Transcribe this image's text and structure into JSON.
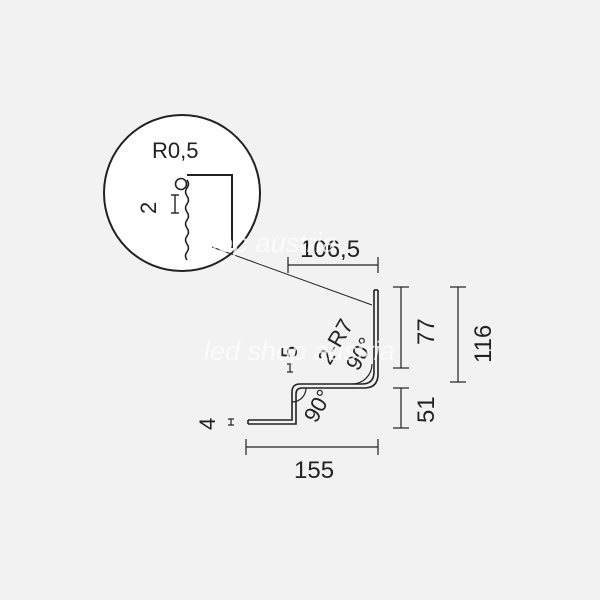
{
  "colors": {
    "background": "#f2f2f2",
    "stroke": "#222222",
    "watermark": "#ffffff"
  },
  "watermark": "led shop austria",
  "detail": {
    "radius_label": "R0,5",
    "thickness_label": "2"
  },
  "dimensions": {
    "top_width": "106,5",
    "bottom_width": "155",
    "upper_height": "77",
    "lower_height": "51",
    "total_height": "116",
    "step_5": "5",
    "step_4": "4",
    "bend_radius": "2-R7",
    "angle_upper": "90°",
    "angle_lower": "90°"
  }
}
